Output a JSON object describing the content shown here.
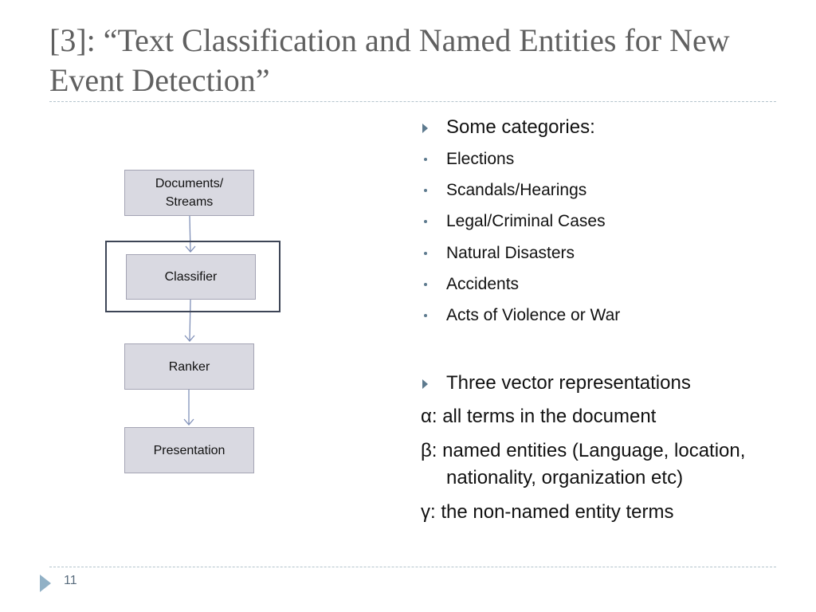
{
  "slide": {
    "title": "[3]: “Text Classification and Named Entities for New Event Detection”",
    "page_number": "11"
  },
  "diagram": {
    "nodes": [
      {
        "label": "Documents/\nStreams"
      },
      {
        "label": "Classifier"
      },
      {
        "label": "Ranker"
      },
      {
        "label": "Presentation"
      }
    ],
    "highlighted": "Classifier"
  },
  "content": {
    "heading1": "Some categories:",
    "categories": [
      "Elections",
      "Scandals/Hearings",
      "Legal/Criminal Cases",
      "Natural Disasters",
      "Accidents",
      "Acts of Violence or War"
    ],
    "heading2": "Three vector representations",
    "representations": [
      "α: all terms in the document",
      "β: named entities (Language, location, nationality, organization etc)",
      "γ: the non-named entity terms"
    ]
  },
  "colors": {
    "title": "#606060",
    "node_fill": "#d9d9e1",
    "node_border": "#a4a4b4",
    "arrow": "#8090b8",
    "highlight_border": "#3d4556",
    "bullet": "#5d7a8e"
  }
}
